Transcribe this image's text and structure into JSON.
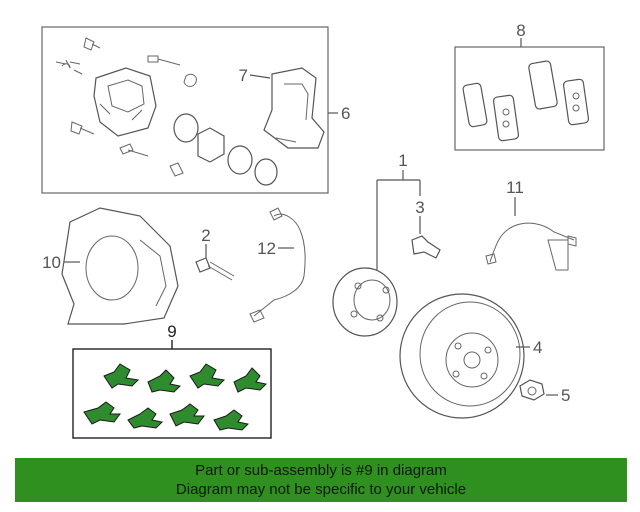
{
  "diagram": {
    "callouts": {
      "c1": "1",
      "c2": "2",
      "c3": "3",
      "c4": "4",
      "c5": "5",
      "c6": "6",
      "c7": "7",
      "c8": "8",
      "c9": "9",
      "c10": "10",
      "c11": "11",
      "c12": "12"
    },
    "highlight_color": "#2f8f1f"
  },
  "banner": {
    "line1": "Part or sub-assembly is #9 in diagram",
    "line2": "Diagram may not be specific to your vehicle"
  }
}
